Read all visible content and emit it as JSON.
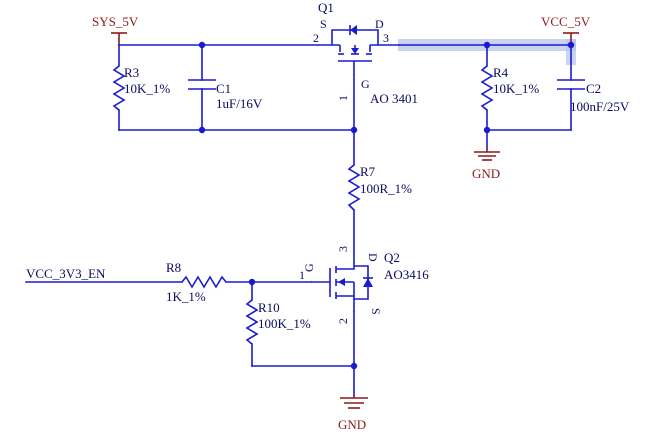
{
  "power_nets": {
    "sys_5v": "SYS_5V",
    "vcc_5v": "VCC_5V",
    "gnd_top": "GND",
    "gnd_bottom": "GND"
  },
  "signal_nets": {
    "enable": "VCC_3V3_EN"
  },
  "components": {
    "r3": {
      "ref": "R3",
      "value": "10K_1%"
    },
    "c1": {
      "ref": "C1",
      "value": "1uF/16V"
    },
    "q1": {
      "ref": "Q1",
      "part": "AO 3401",
      "pin_s": "S",
      "pin_d": "D",
      "pin_g": "G",
      "pin_num_s": "2",
      "pin_num_d": "3",
      "pin_num_g": "1"
    },
    "r4": {
      "ref": "R4",
      "value": "10K_1%"
    },
    "c2": {
      "ref": "C2",
      "value": "100nF/25V"
    },
    "r7": {
      "ref": "R7",
      "value": "100R_1%"
    },
    "q2": {
      "ref": "Q2",
      "part": "AO3416",
      "pin_g": "G",
      "pin_d": "D",
      "pin_s": "S",
      "pin_num_g": "1",
      "pin_num_d": "3",
      "pin_num_s": "2"
    },
    "r8": {
      "ref": "R8",
      "value": "1K_1%"
    },
    "r10": {
      "ref": "R10",
      "value": "100K_1%"
    }
  },
  "colors": {
    "wire": "#1a1ad0",
    "power": "#8b1a1a",
    "highlight": "#b8c4ee"
  }
}
